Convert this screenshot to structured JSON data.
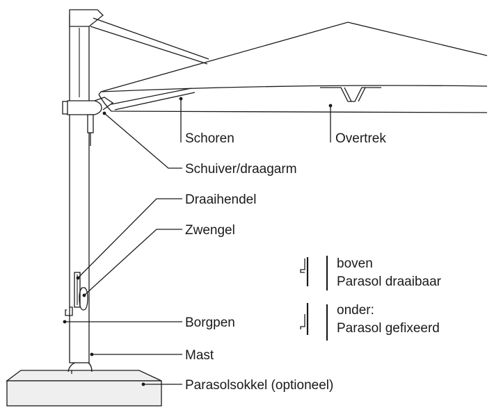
{
  "labels": {
    "schoren": "Schoren",
    "overtrek": "Overtrek",
    "schuiver": "Schuiver/draagarm",
    "draaihendel": "Draaihendel",
    "zwengel": "Zwengel",
    "borgpen": "Borgpen",
    "mast": "Mast",
    "sokkel": "Parasolsokkel (optioneel)"
  },
  "legend": [
    {
      "line1": "boven",
      "line2": "Parasol draaibaar"
    },
    {
      "line1": "onder:",
      "line2": "Parasol gefixeerd"
    }
  ],
  "colors": {
    "ink": "#1a1a1a",
    "background": "#ffffff",
    "shade": "#efefef"
  }
}
